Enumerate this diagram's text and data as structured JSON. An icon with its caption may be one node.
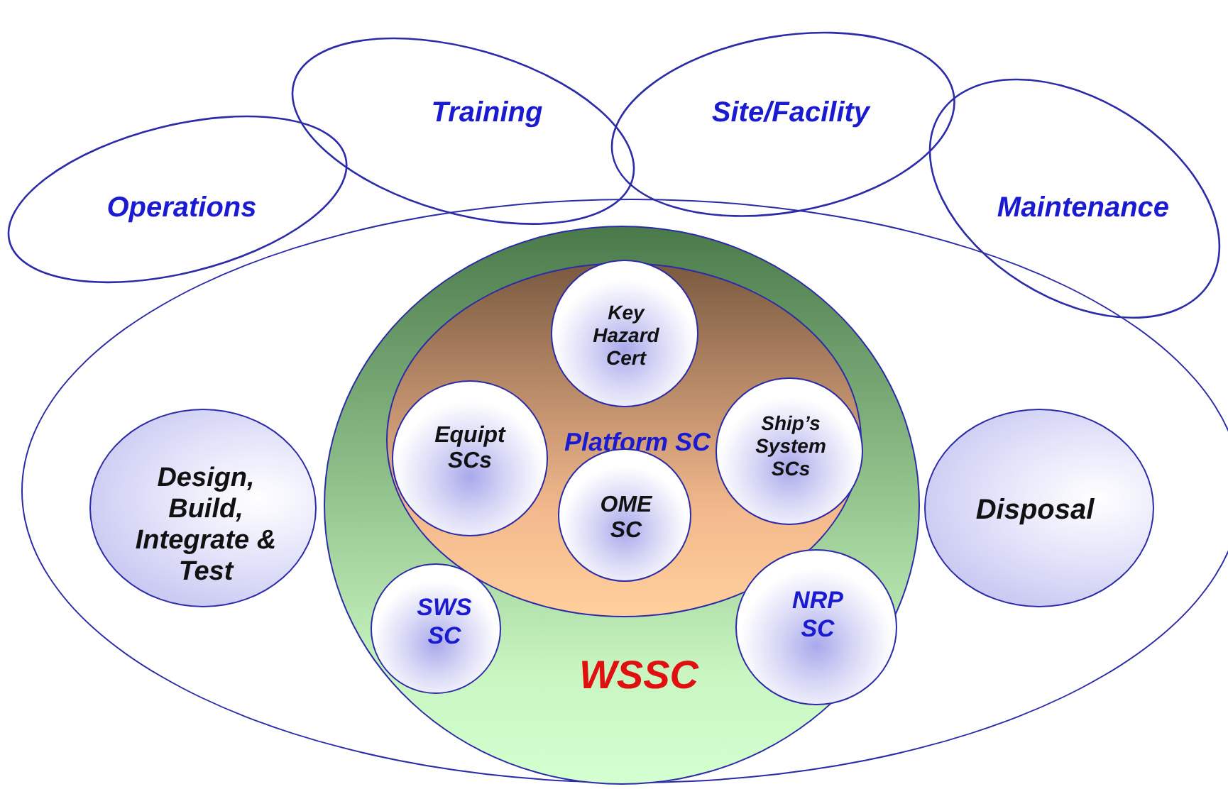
{
  "diagram": {
    "nodes": [
      {
        "text": [],
        "shape": "ellipse"
      },
      {
        "text": [
          "Operations"
        ]
      },
      {
        "text": [
          "Training"
        ]
      },
      {
        "text": [
          "Site/Facility"
        ]
      },
      {
        "text": [
          "Maintenance"
        ]
      },
      {
        "text": [
          "Design, Build, Integrate & Test"
        ],
        "in": 0
      },
      {
        "text": [
          "Disposal"
        ],
        "in": 0
      },
      {
        "text": [
          "WSSC"
        ],
        "in": 0
      },
      {
        "text": [
          "Platform SC"
        ],
        "in": 7
      },
      {
        "text": [
          "Key Hazard Cert"
        ],
        "in": 8
      },
      {
        "text": [
          "Equipt SCs"
        ],
        "in": 8
      },
      {
        "text": [
          "Ship’s System SCs"
        ],
        "in": 8
      },
      {
        "text": [
          "OME SC"
        ],
        "in": 8
      },
      {
        "text": [
          "SWS SC"
        ],
        "in": 7
      },
      {
        "text": [
          "NRP SC"
        ],
        "in": 7
      }
    ]
  }
}
